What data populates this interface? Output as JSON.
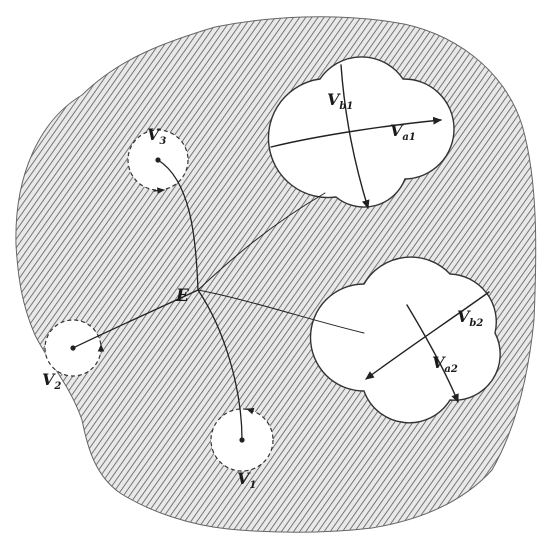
{
  "figure": {
    "colors": {
      "ink": "#222222",
      "hatch": "#5a5a5a",
      "paper": "#ffffff"
    },
    "labels": {
      "E": "E",
      "V3": {
        "main": "V",
        "sub": "3"
      },
      "V2": {
        "main": "V",
        "sub": "2"
      },
      "V1": {
        "main": "V",
        "sub": "1"
      },
      "Vb1": {
        "main": "V",
        "sub": "b1"
      },
      "Va1": {
        "main": "V",
        "sub": "a1"
      },
      "Vb2": {
        "main": "V",
        "sub": "b2"
      },
      "Va2": {
        "main": "V",
        "sub": "a2"
      }
    }
  }
}
